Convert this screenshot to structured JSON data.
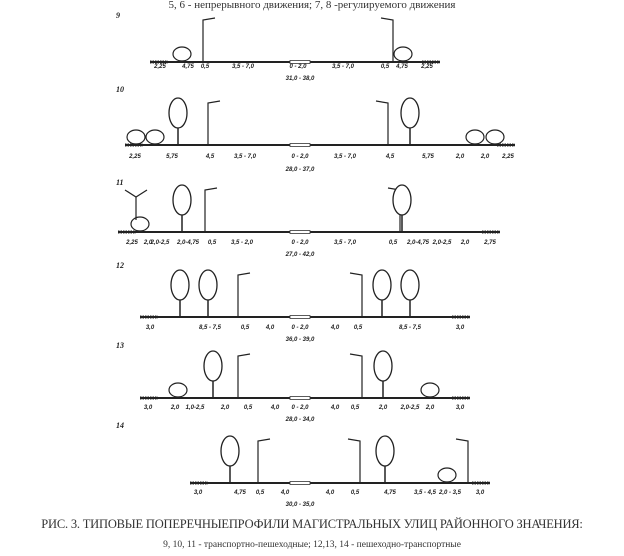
{
  "header_fragment": "5, 6 - непрерывного движения; 7, 8 -регулируемого движения",
  "profiles": [
    {
      "number": "9",
      "labels": [
        "2,25",
        "4,75",
        "0,5",
        "3,5 - 7,0",
        "0 - 2,0",
        "3,5 - 7,0",
        "0,5",
        "4,75",
        "2,25"
      ],
      "total": "31,0 - 38,0"
    },
    {
      "number": "10",
      "labels": [
        "2,25",
        "5,75",
        "4,5",
        "3,5 - 7,0",
        "0 - 2,0",
        "3,5 - 7,0",
        "4,5",
        "5,75",
        "2,0",
        "2,0",
        "2,25"
      ],
      "total": "28,0 - 37,0"
    },
    {
      "number": "11",
      "labels": [
        "2,25",
        "2,0",
        "2,0-2,5",
        "2,0-4,75",
        "0,5",
        "3,5 - 2,0",
        "0 - 2,0",
        "3,5 - 7,0",
        "0,5",
        "2,0-4,75",
        "2,0-2,5",
        "2,0",
        "2,75"
      ],
      "total": "27,0 - 42,0"
    },
    {
      "number": "12",
      "labels": [
        "3,0",
        "8,5 - 7,5",
        "0,5",
        "4,0",
        "0 - 2,0",
        "4,0",
        "0,5",
        "8,5 - 7,5",
        "3,0"
      ],
      "total": "36,0 - 39,0"
    },
    {
      "number": "13",
      "labels": [
        "3,0",
        "2,0",
        "1,0-2,5",
        "2,0",
        "0,5",
        "4,0",
        "0 - 2,0",
        "4,0",
        "0,5",
        "2,0",
        "2,0-2,5",
        "2,0",
        "3,0"
      ],
      "total": "28,0 - 34,0"
    },
    {
      "number": "14",
      "labels": [
        "3,0",
        "4,75",
        "0,5",
        "4,0",
        "4,0",
        "0,5",
        "4,75",
        "3,5 - 4,5",
        "2,0 - 3,5",
        "3,0"
      ],
      "total": "30,0 - 35,0"
    }
  ],
  "caption": "РИС. 3. ТИПОВЫЕ ПОПЕРЕЧНЫЕПРОФИЛИ МАГИСТРАЛЬНЫХ УЛИЦ РАЙОННОГО ЗНАЧЕНИЯ:",
  "subcaption": "9, 10, 11 - транспортно-пешеходные; 12,13, 14 - пешеходно-транспортные"
}
